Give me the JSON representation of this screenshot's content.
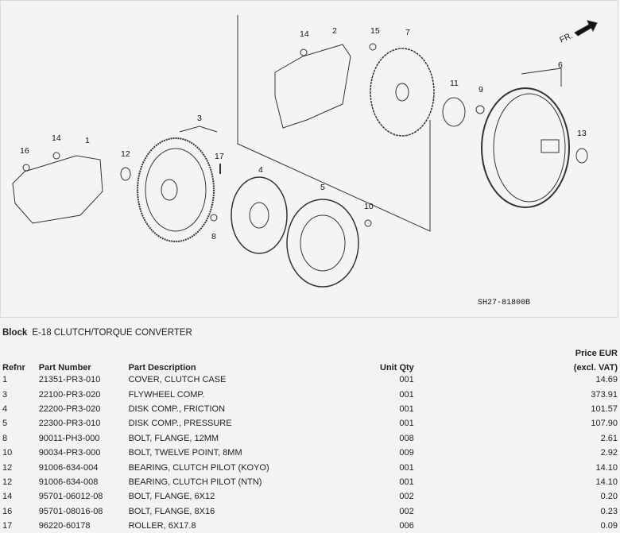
{
  "diagram": {
    "callouts": [
      "14",
      "2",
      "15",
      "7",
      "6",
      "11",
      "9",
      "13",
      "3",
      "1",
      "14",
      "16",
      "12",
      "17",
      "4",
      "5",
      "10",
      "8"
    ],
    "direction_label": "FR.",
    "code": "SH27-81800B",
    "colors": {
      "line": "#333333",
      "background": "#f4f4f4"
    }
  },
  "block": {
    "label": "Block",
    "value": "E-18 CLUTCH/TORQUE CONVERTER"
  },
  "table": {
    "headers": {
      "refnr": "Refnr",
      "part_number": "Part Number",
      "description": "Part Description",
      "qty": "Unit Qty",
      "price_line1": "Price EUR",
      "price_line2": "(excl. VAT)"
    },
    "rows": [
      {
        "ref": "1",
        "pn": "21351-PR3-010",
        "desc": "COVER, CLUTCH CASE",
        "qty": "001",
        "price": "14.69"
      },
      {
        "ref": "3",
        "pn": "22100-PR3-020",
        "desc": "FLYWHEEL COMP.",
        "qty": "001",
        "price": "373.91"
      },
      {
        "ref": "4",
        "pn": "22200-PR3-020",
        "desc": "DISK COMP., FRICTION",
        "qty": "001",
        "price": "101.57"
      },
      {
        "ref": "5",
        "pn": "22300-PR3-010",
        "desc": "DISK COMP., PRESSURE",
        "qty": "001",
        "price": "107.90"
      },
      {
        "ref": "8",
        "pn": "90011-PH3-000",
        "desc": "BOLT, FLANGE, 12MM",
        "qty": "008",
        "price": "2.61"
      },
      {
        "ref": "10",
        "pn": "90034-PR3-000",
        "desc": "BOLT, TWELVE POINT, 8MM",
        "qty": "009",
        "price": "2.92"
      },
      {
        "ref": "12",
        "pn": "91006-634-004",
        "desc": "BEARING, CLUTCH PILOT (KOYO)",
        "qty": "001",
        "price": "14.10"
      },
      {
        "ref": "12",
        "pn": "91006-634-008",
        "desc": "BEARING, CLUTCH PILOT (NTN)",
        "qty": "001",
        "price": "14.10"
      },
      {
        "ref": "14",
        "pn": "95701-06012-08",
        "desc": "BOLT, FLANGE, 6X12",
        "qty": "002",
        "price": "0.20"
      },
      {
        "ref": "16",
        "pn": "95701-08016-08",
        "desc": "BOLT, FLANGE, 8X16",
        "qty": "002",
        "price": "0.23"
      },
      {
        "ref": "17",
        "pn": "96220-60178",
        "desc": "ROLLER, 6X17.8",
        "qty": "006",
        "price": "0.09"
      }
    ]
  }
}
